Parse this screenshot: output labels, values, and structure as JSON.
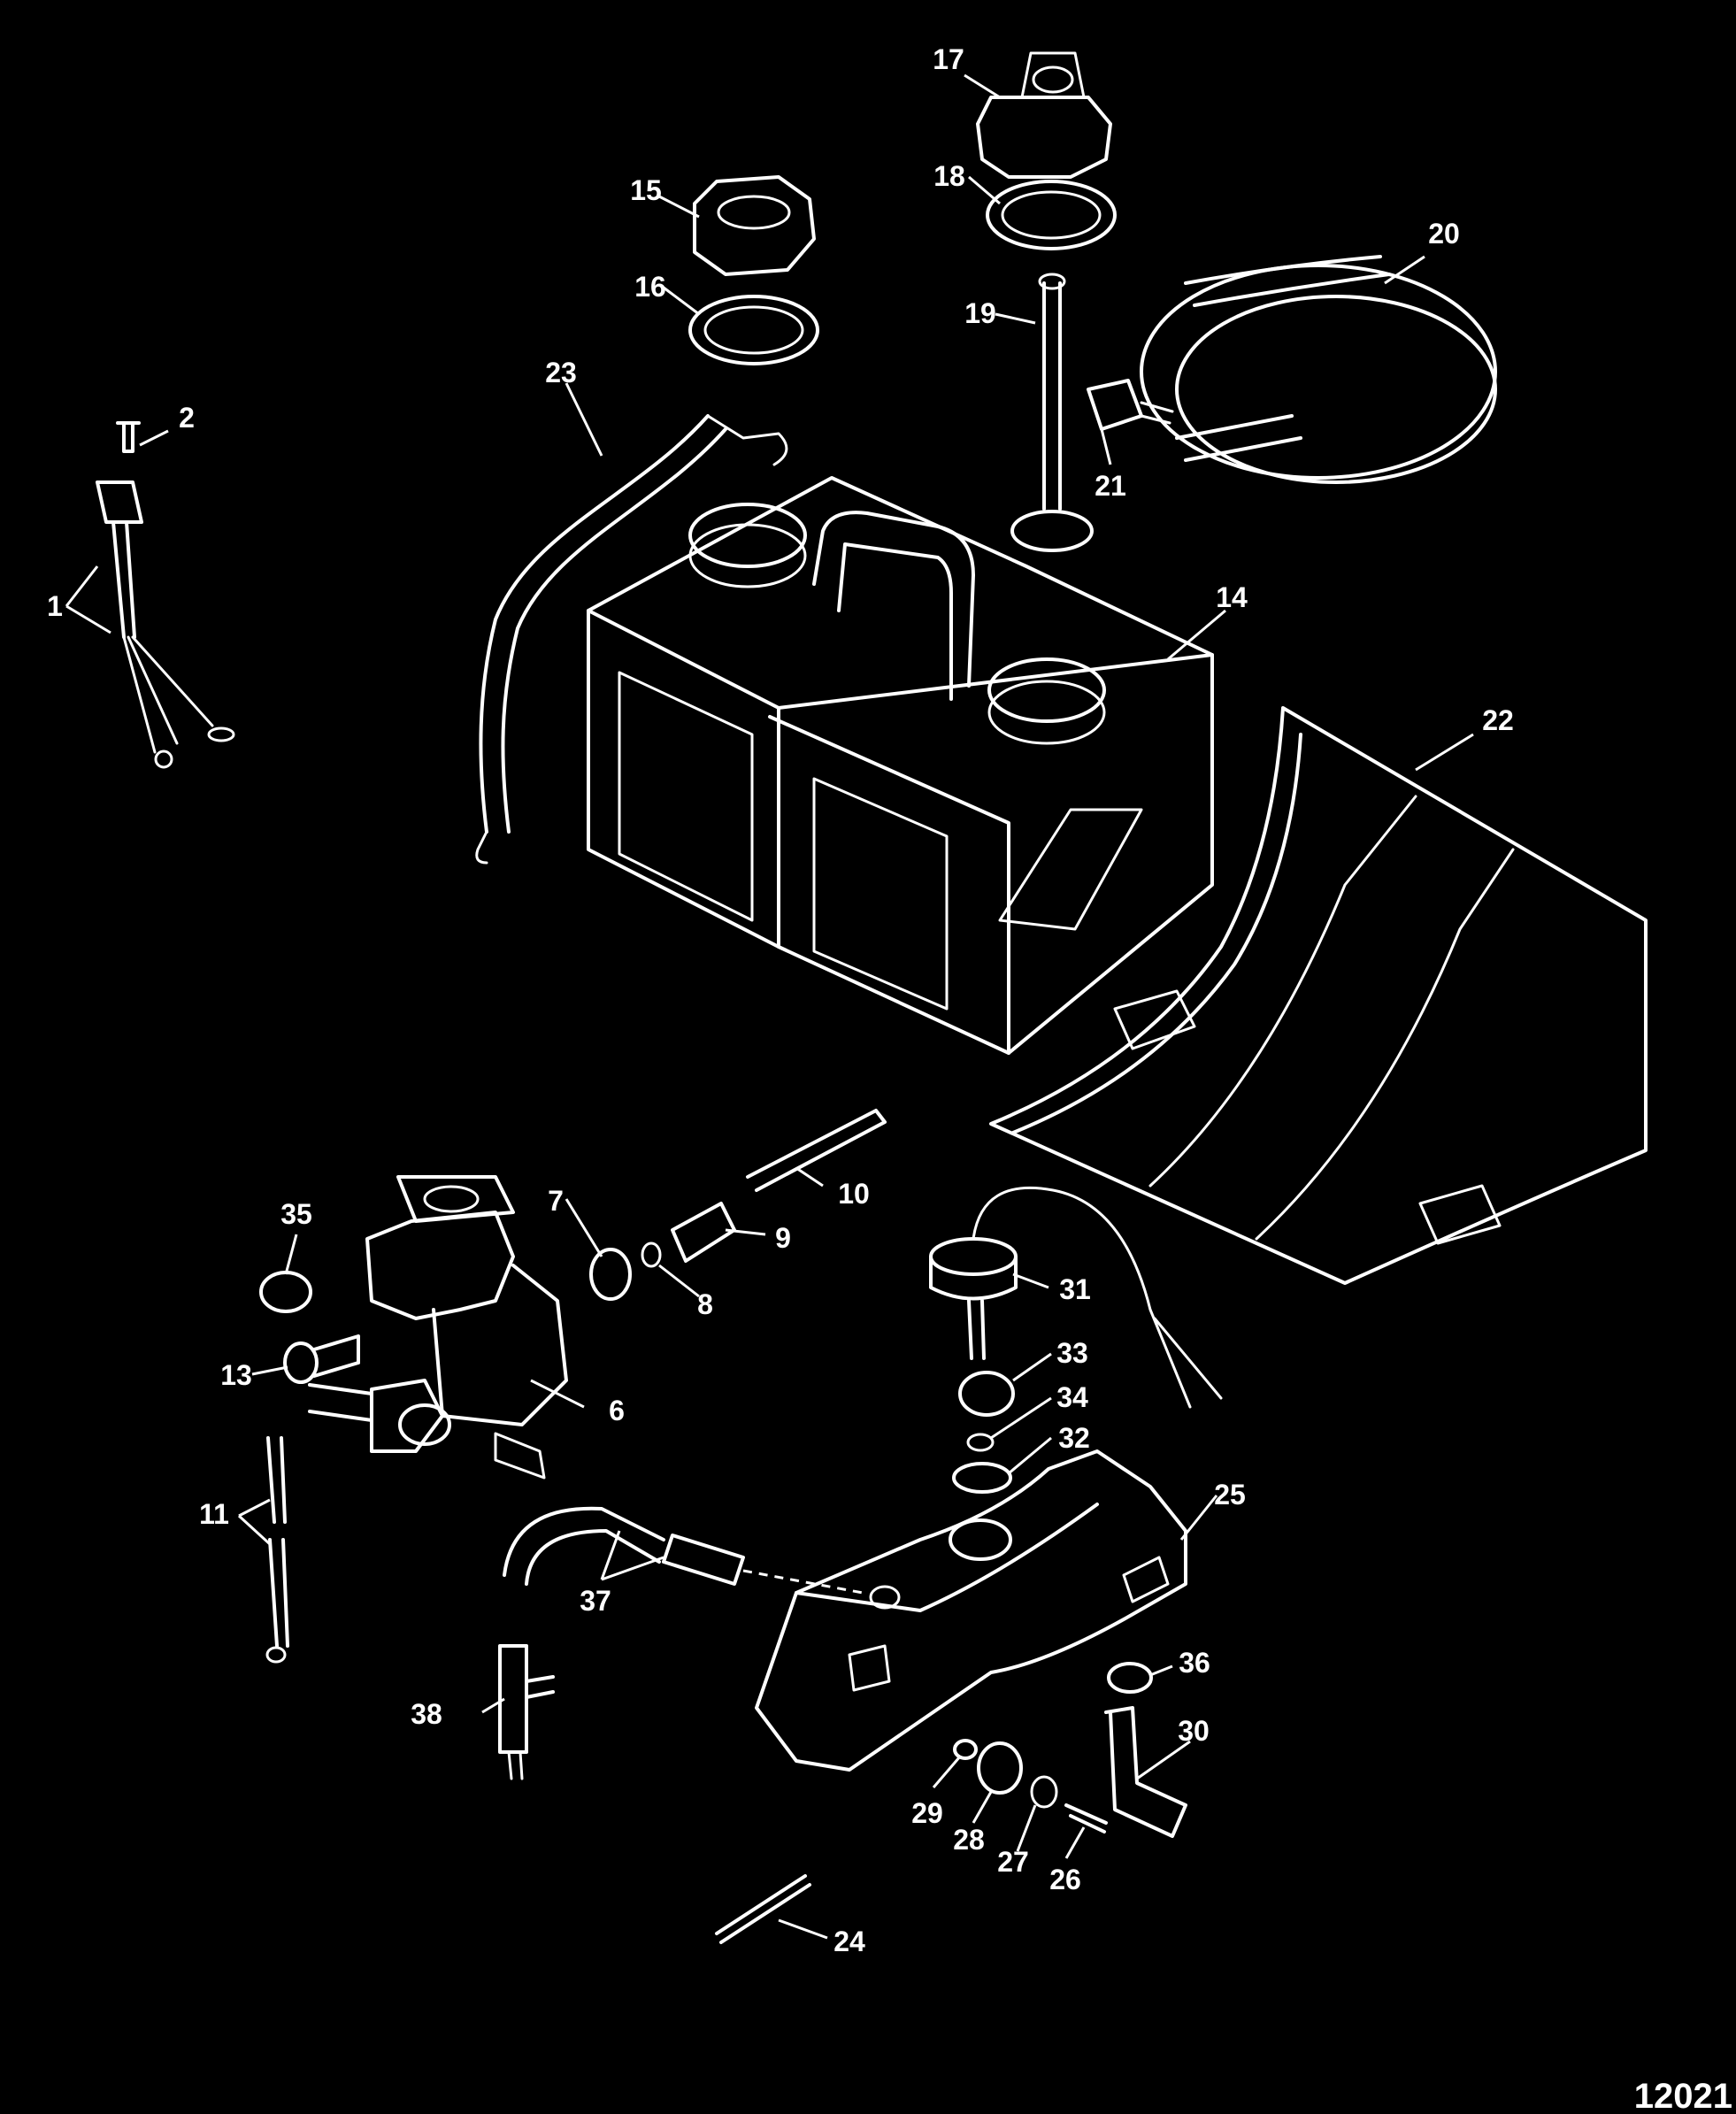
{
  "figure_number": "12021",
  "labels": {
    "l1": "1",
    "l2": "2",
    "l6": "6",
    "l7": "7",
    "l8": "8",
    "l9": "9",
    "l10": "10",
    "l11": "11",
    "l13": "13",
    "l14": "14",
    "l15": "15",
    "l16": "16",
    "l17": "17",
    "l18": "18",
    "l19": "19",
    "l20": "20",
    "l21": "21",
    "l22": "22",
    "l23": "23",
    "l24": "24",
    "l25": "25",
    "l26": "26",
    "l27": "27",
    "l28": "28",
    "l29": "29",
    "l30": "30",
    "l31": "31",
    "l32": "32",
    "l33": "33",
    "l34": "34",
    "l35": "35",
    "l36": "36",
    "l37": "37",
    "l38": "38"
  },
  "colors": {
    "background": "#000000",
    "line": "#ffffff"
  }
}
